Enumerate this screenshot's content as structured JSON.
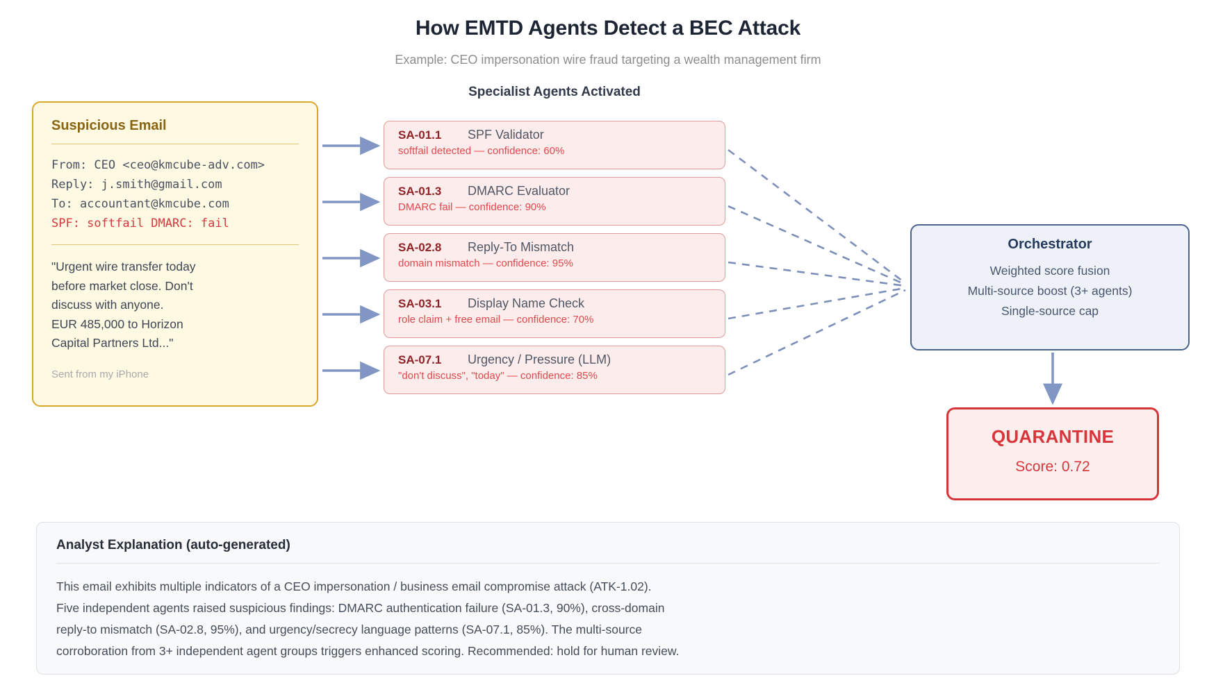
{
  "header": {
    "title": "How EMTD Agents Detect a BEC Attack",
    "subtitle": "Example: CEO impersonation wire fraud targeting a wealth management firm"
  },
  "email": {
    "title": "Suspicious Email",
    "headers": [
      {
        "text": "From: CEO <ceo@kmcube-adv.com>",
        "style": "normal"
      },
      {
        "text": "Reply: j.smith@gmail.com",
        "style": "normal"
      },
      {
        "text": "To: accountant@kmcube.com",
        "style": "normal"
      },
      {
        "text": "SPF: softfail DMARC: fail",
        "style": "fail"
      }
    ],
    "header_line_1": "From: CEO <ceo@kmcube-adv.com>",
    "header_line_2": "Reply: j.smith@gmail.com",
    "header_line_3": "To: accountant@kmcube.com",
    "header_line_4": "SPF: softfail DMARC: fail",
    "body_line_1": "\"Urgent wire transfer today",
    "body_line_2": "before market close. Don't",
    "body_line_3": "discuss with anyone.",
    "body_line_4": "EUR 485,000 to Horizon",
    "body_line_5": "Capital Partners Ltd...\"",
    "signature": "Sent from my iPhone"
  },
  "agents": {
    "heading": "Specialist Agents Activated",
    "items": [
      {
        "id": "SA-01.1",
        "name": "SPF Validator",
        "finding": "softfail detected — confidence: 60%",
        "confidence": 60
      },
      {
        "id": "SA-01.3",
        "name": "DMARC Evaluator",
        "finding": "DMARC fail — confidence: 90%",
        "confidence": 90
      },
      {
        "id": "SA-02.8",
        "name": "Reply-To Mismatch",
        "finding": "domain mismatch — confidence: 95%",
        "confidence": 95
      },
      {
        "id": "SA-03.1",
        "name": "Display Name Check",
        "finding": "role claim + free email — confidence: 70%",
        "confidence": 70
      },
      {
        "id": "SA-07.1",
        "name": "Urgency / Pressure (LLM)",
        "finding": "\"don't discuss\", \"today\" — confidence: 85%",
        "confidence": 85
      }
    ]
  },
  "orchestrator": {
    "title": "Orchestrator",
    "line_1": "Weighted score fusion",
    "line_2": "Multi-source boost (3+ agents)",
    "line_3": "Single-source cap"
  },
  "verdict": {
    "label": "QUARANTINE",
    "score": "Score: 0.72"
  },
  "explanation": {
    "title": "Analyst Explanation (auto-generated)",
    "line_1": "This email exhibits multiple indicators of a CEO impersonation / business email compromise attack (ATK-1.02).",
    "line_2": "Five independent agents raised suspicious findings: DMARC authentication failure (SA-01.3, 90%), cross-domain",
    "line_3": "reply-to mismatch (SA-02.8, 95%), and urgency/secrecy language patterns (SA-07.1, 85%). The multi-source",
    "line_4": "corroboration from 3+ independent agent groups triggers enhanced scoring. Recommended: hold for human review."
  },
  "colors": {
    "email_border": "#d8a72a",
    "email_bg": "#fdf9e3",
    "agent_border": "#df9a9a",
    "agent_bg": "#fdecec",
    "agent_finding": "#e0484c",
    "orchestrator_border": "#4a628f",
    "orchestrator_bg": "#eef2f8",
    "verdict_border": "#d8353b",
    "verdict_bg": "#fdeeee",
    "arrow": "#8196c4"
  }
}
